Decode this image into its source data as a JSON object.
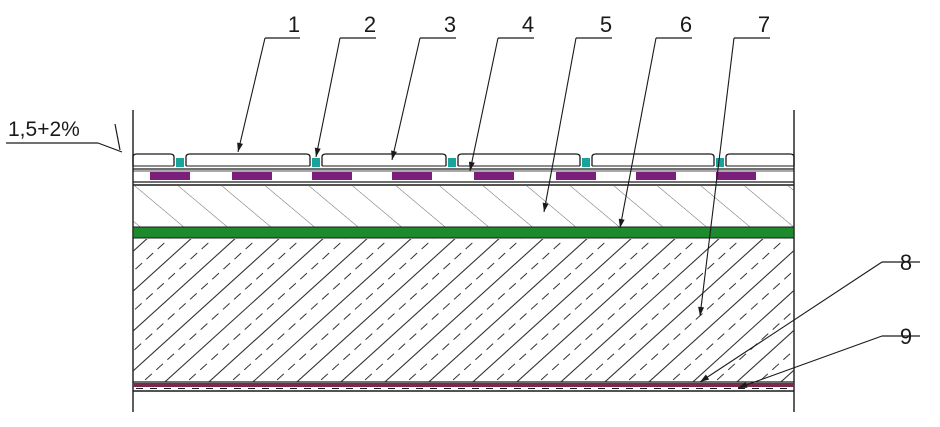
{
  "slope_label": "1,5+2%",
  "callouts": [
    {
      "number": "1"
    },
    {
      "number": "2"
    },
    {
      "number": "3"
    },
    {
      "number": "4"
    },
    {
      "number": "5"
    },
    {
      "number": "6"
    },
    {
      "number": "7"
    },
    {
      "number": "8"
    },
    {
      "number": "9"
    }
  ],
  "colors": {
    "line": "#1a1a1a",
    "tile_joint": "#1aa39a",
    "adhesive_pad": "#7a1f7a",
    "membrane": "#1e8a2e",
    "bottom_layer": "#7a2a4a"
  }
}
